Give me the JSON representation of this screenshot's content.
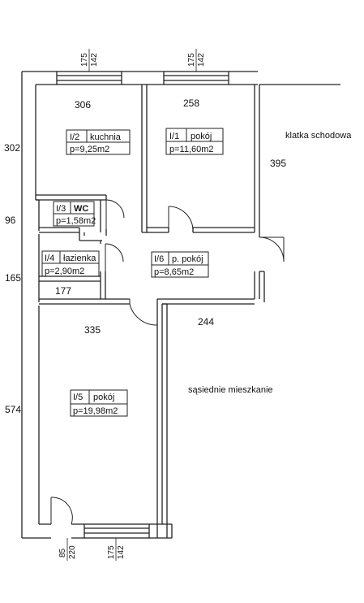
{
  "rooms": [
    {
      "id": "l2",
      "number": "I/2",
      "name": "kuchnia",
      "area": "p=9,25m2"
    },
    {
      "id": "l1",
      "number": "I/1",
      "name": "pokój",
      "area": "p=11,60m2"
    },
    {
      "id": "l3",
      "number": "I/3",
      "name": "WC",
      "area": "p=1,58m2"
    },
    {
      "id": "l4",
      "number": "I/4",
      "name": "łazienka",
      "area": "p=2,90m2"
    },
    {
      "id": "l6",
      "number": "I/6",
      "name": "p. pokój",
      "area": "p=8,65m2"
    },
    {
      "id": "l5",
      "number": "I/5",
      "name": "pokój",
      "area": "p=19,98m2"
    }
  ],
  "areas": {
    "stairwell": "klatka schodowa",
    "neighbor": "sąsiednie mieszkanie"
  },
  "dimensions": {
    "kitchen_width": "306",
    "room1_width": "258",
    "stairwell_dim": "395",
    "left_302": "302",
    "left_96": "96",
    "left_165": "165",
    "bath_177": "177",
    "room5_width": "335",
    "neighbor_244": "244",
    "left_574": "574"
  },
  "windows": {
    "w1": {
      "a": "175",
      "b": "142"
    },
    "w2": {
      "a": "175",
      "b": "142"
    },
    "w3": {
      "a": "175",
      "b": "142"
    },
    "door_bottom": {
      "a": "85",
      "b": "220"
    }
  }
}
